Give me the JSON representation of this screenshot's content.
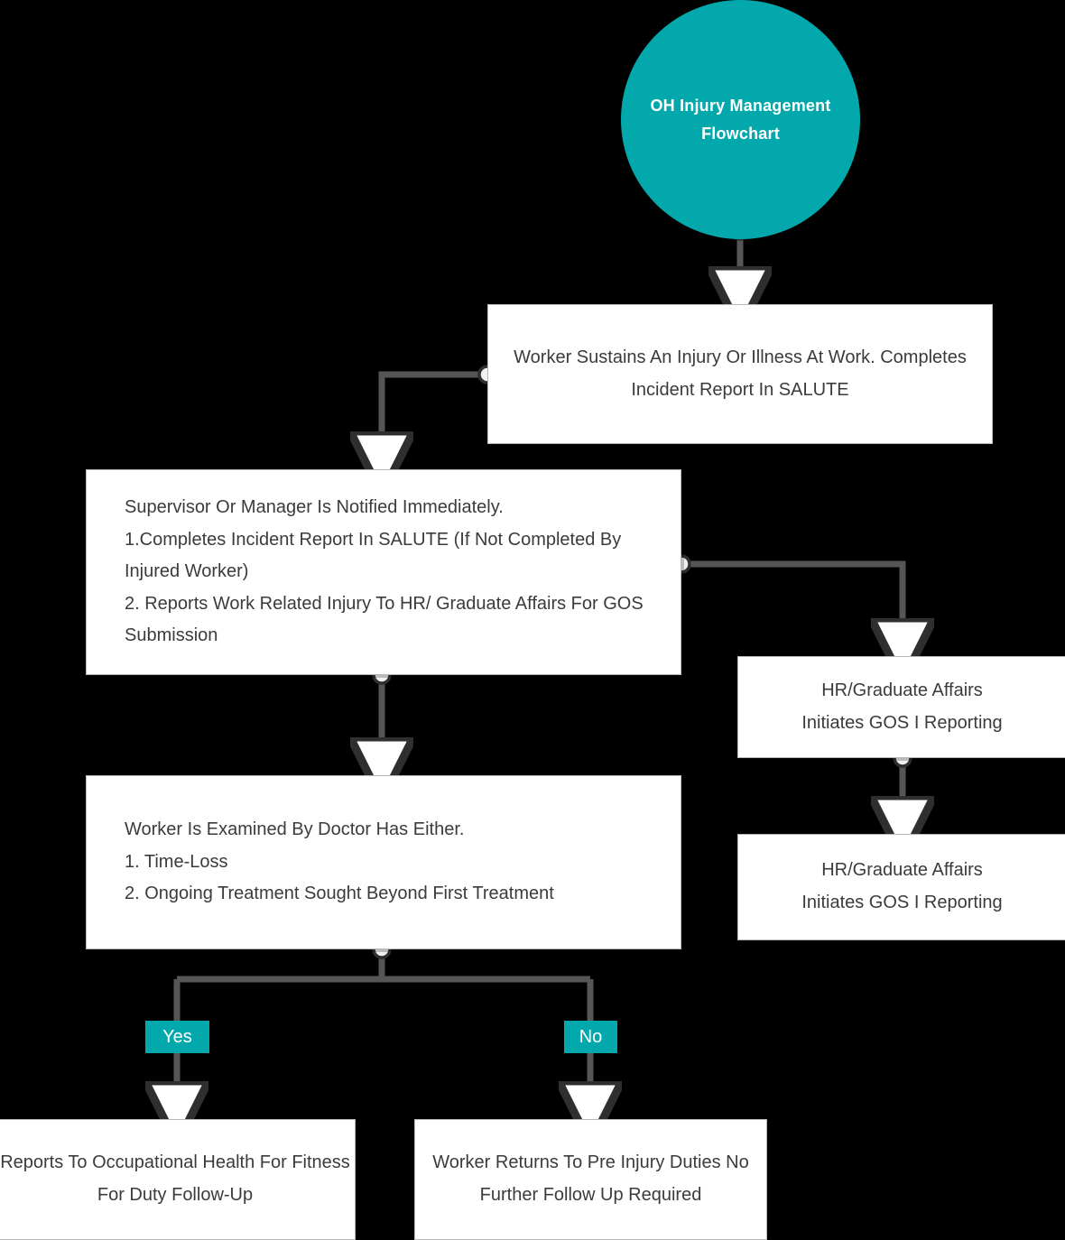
{
  "theme": {
    "background": "#000000",
    "accent": "#03a8ac",
    "node_fill": "#ffffff",
    "node_border": "#b9b9b9",
    "node_text": "#3b3b3b",
    "connector": "#565656",
    "label_text": "#ffffff"
  },
  "start": {
    "label": "OH Injury\nManagement\nFlowchart"
  },
  "nodes": [
    {
      "id": "incident-report",
      "label": "Worker Sustains An Injury Or Illness At Work. Completes Incident Report In SALUTE"
    },
    {
      "id": "supervisor-notified",
      "label": "Supervisor Or Manager Is Notified Immediately.\n1.Completes Incident Report In SALUTE (If Not Completed By Injured Worker)\n2. Reports Work Related Injury To HR/ Graduate Affairs For GOS Submission"
    },
    {
      "id": "hr-gos-reporting-1",
      "label": "HR/Graduate Affairs\nInitiates GOS I Reporting"
    },
    {
      "id": "hr-gos-reporting-2",
      "label": "HR/Graduate Affairs\nInitiates GOS I Reporting"
    },
    {
      "id": "doctor-examination",
      "label": "Worker Is Examined By Doctor Has Either.\n1. Time-Loss\n2. Ongoing Treatment Sought Beyond First Treatment"
    },
    {
      "id": "occupational-health-followup",
      "label": "Reports To Occupational Health For Fitness For Duty Follow-Up"
    },
    {
      "id": "return-to-duties",
      "label": "Worker Returns To Pre Injury Duties No Further Follow Up Required"
    }
  ],
  "branches": [
    {
      "id": "yes",
      "label": "Yes"
    },
    {
      "id": "no",
      "label": "No"
    }
  ]
}
